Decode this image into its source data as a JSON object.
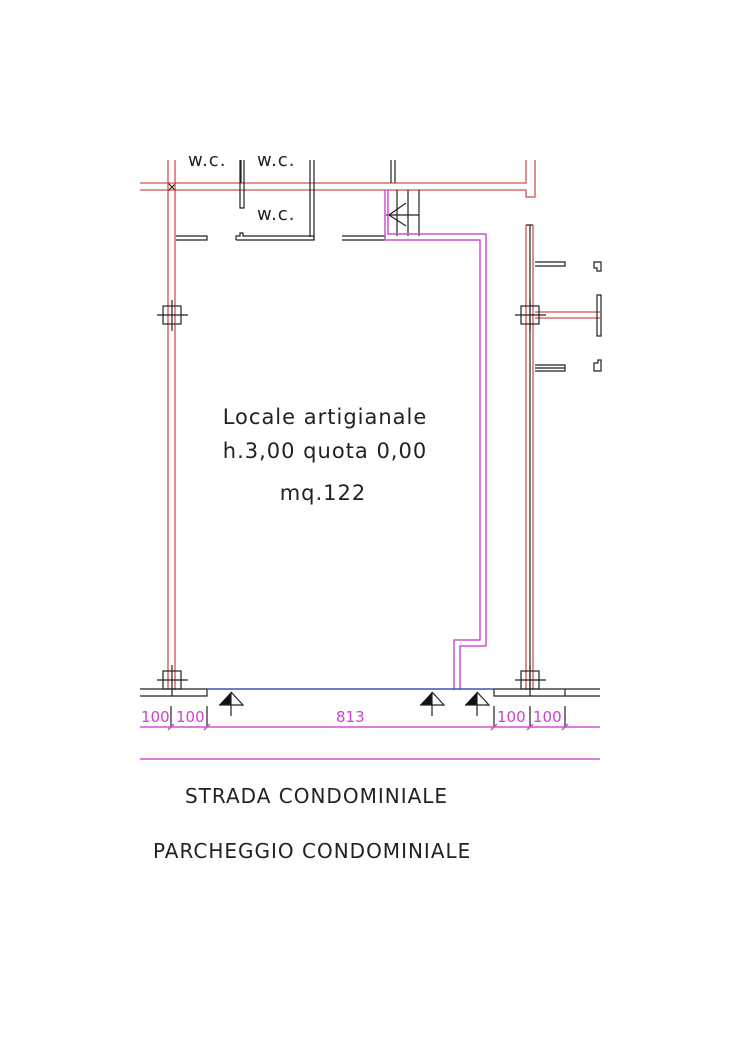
{
  "drawing": {
    "room_labels": {
      "wc_top_left": "w.c.",
      "wc_top_right": "w.c.",
      "wc": "w.c."
    },
    "main_room": {
      "name": "Locale artigianale",
      "height_level": "h.3,00 quota 0,00",
      "area": "mq.122"
    },
    "dimensions": [
      "100",
      "100",
      "813",
      "100",
      "100"
    ],
    "street_label": "STRADA CONDOMINIALE",
    "parking_label": "PARCHEGGIO CONDOMINIALE",
    "colors": {
      "walls": "#d05050",
      "outline": "#d050d0",
      "opening": "#4050c0",
      "lines": "#222222"
    }
  }
}
